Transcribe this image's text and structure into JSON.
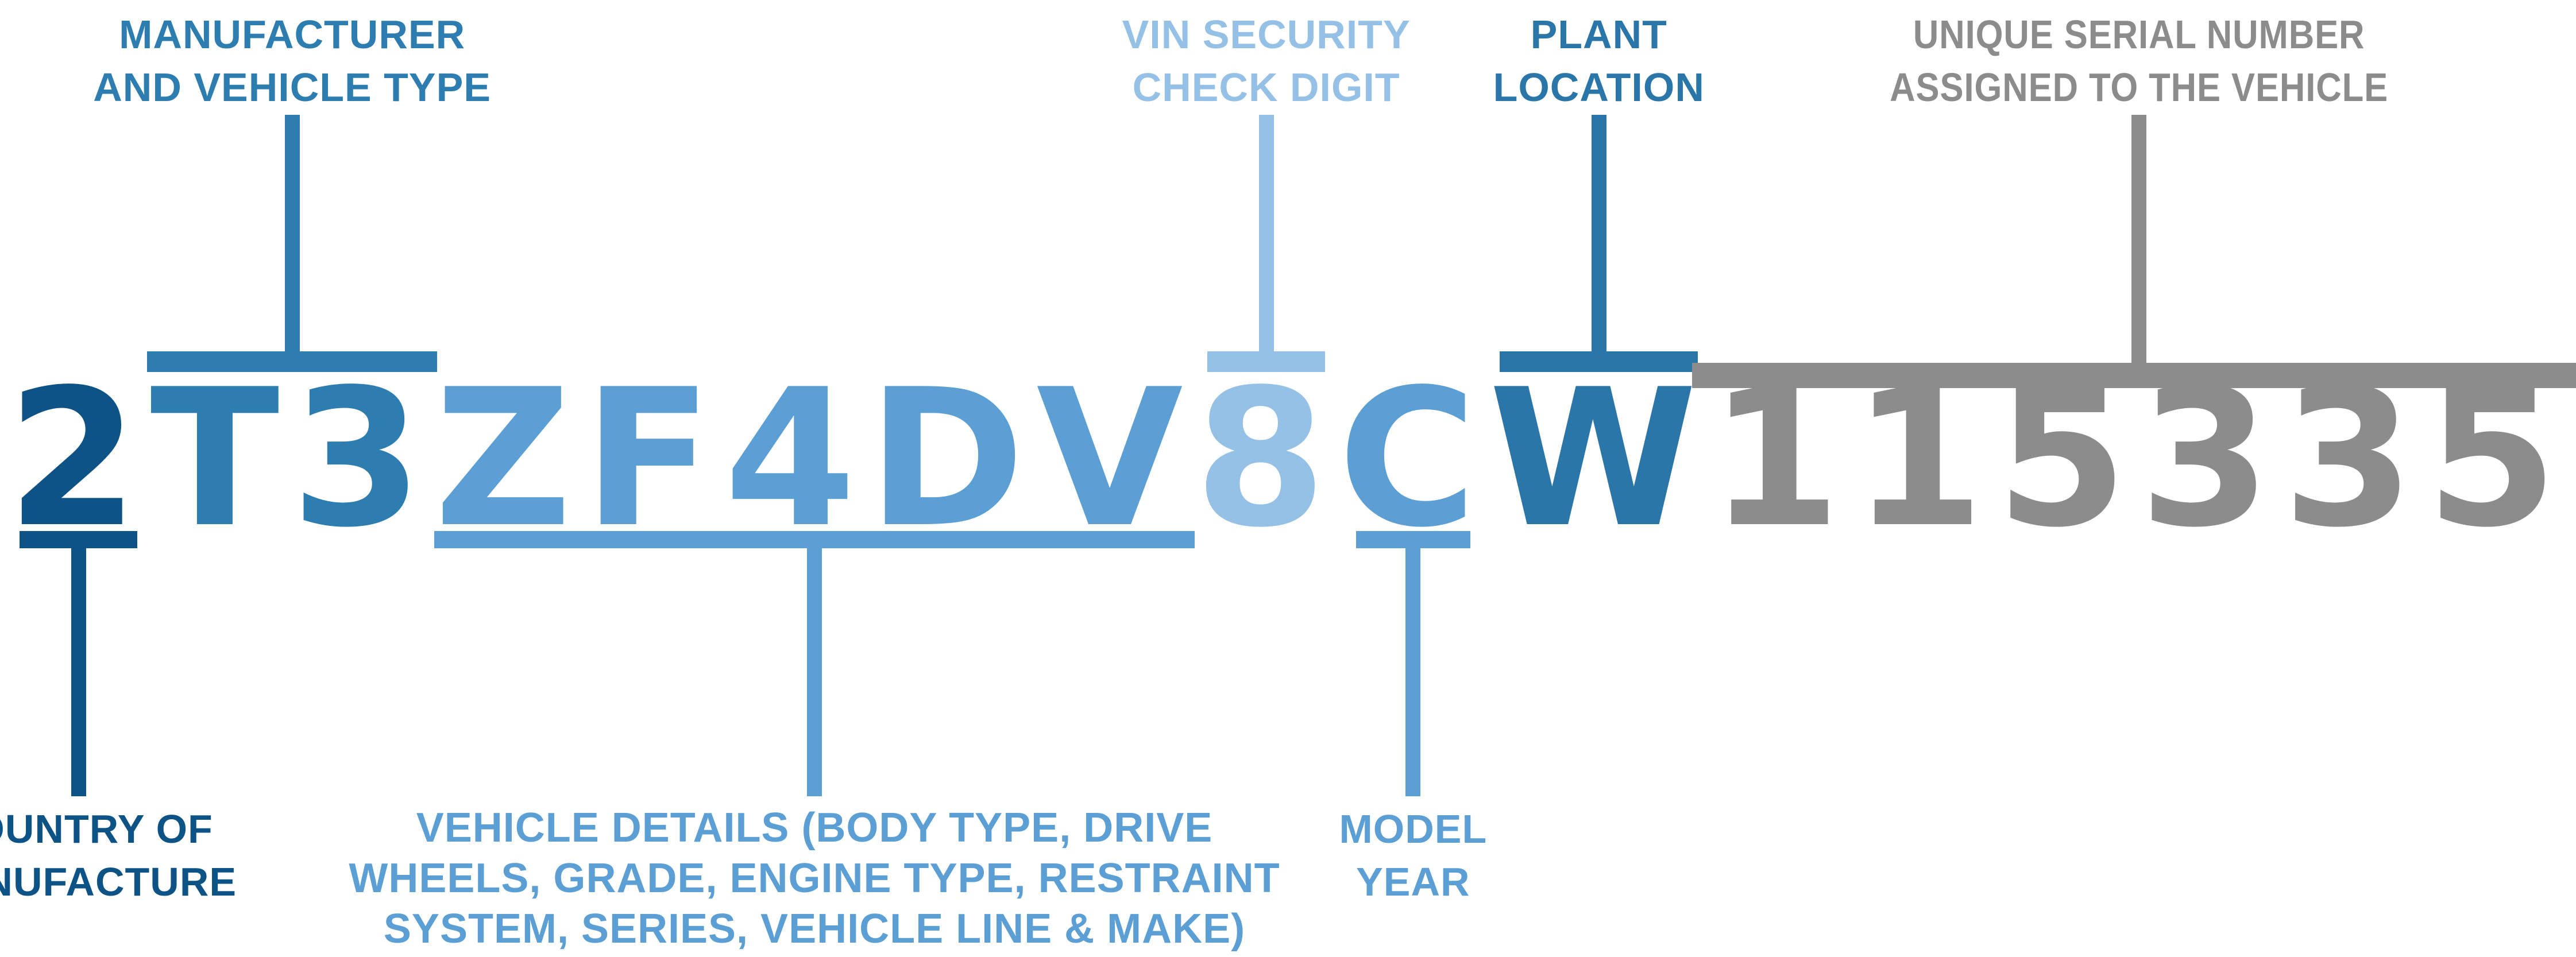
{
  "palette": {
    "navy": "#0E5386",
    "blue": "#2E7DB1",
    "plant_blue": "#2B76A9",
    "light_blue": "#5B9FD4",
    "pale_blue": "#96C1E7",
    "gray": "#8C8C8C",
    "background": "#FFFFFF"
  },
  "vin": {
    "value": "2T3ZF4DV8CW115335",
    "segments": [
      {
        "name": "country-of-manufacture",
        "text": "2",
        "color": "#0E5386"
      },
      {
        "name": "manufacturer-vehicle-type",
        "text": "T3",
        "color": "#2E7DB1"
      },
      {
        "name": "vehicle-details",
        "text": "ZF4DV",
        "color": "#5B9FD4"
      },
      {
        "name": "vin-security-check-digit",
        "text": "8",
        "color": "#96C1E7"
      },
      {
        "name": "model-year",
        "text": "C",
        "color": "#5B9FD4"
      },
      {
        "name": "plant-location",
        "text": "W",
        "color": "#2B76A9"
      },
      {
        "name": "unique-serial-number",
        "text": "115335",
        "color": "#8C8C8C"
      }
    ]
  },
  "labels": {
    "manufacturer": {
      "lines": [
        "MANUFACTURER",
        "AND VEHICLE TYPE"
      ],
      "color": "#2E7DB1"
    },
    "check": {
      "lines": [
        "VIN SECURITY",
        "CHECK DIGIT"
      ],
      "color": "#96C1E7"
    },
    "plant": {
      "lines": [
        "PLANT",
        "LOCATION"
      ],
      "color": "#2B76A9"
    },
    "serial": {
      "lines": [
        "UNIQUE SERIAL NUMBER",
        "ASSIGNED TO THE VEHICLE"
      ],
      "color": "#8C8C8C"
    },
    "country": {
      "lines": [
        "COUNTRY OF",
        "MANUFACTURE"
      ],
      "color": "#0E5386"
    },
    "details": {
      "lines": [
        "VEHICLE DETAILS (BODY TYPE, DRIVE",
        "WHEELS, GRADE, ENGINE TYPE, RESTRAINT",
        "SYSTEM, SERIES, VEHICLE LINE & MAKE)"
      ],
      "color": "#5B9FD4"
    },
    "modelyear": {
      "lines": [
        "MODEL",
        "YEAR"
      ],
      "color": "#5B9FD4"
    }
  }
}
